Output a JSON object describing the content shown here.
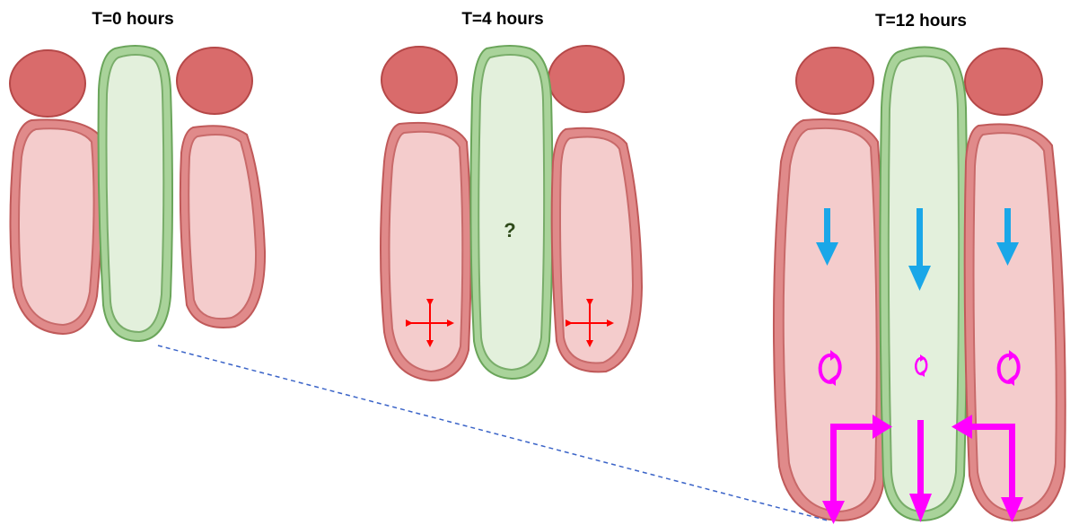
{
  "panels": [
    {
      "title": "T=0 hours"
    },
    {
      "title": "T=4 hours",
      "center_mark": "?"
    },
    {
      "title": "T=12 hours"
    }
  ],
  "colors": {
    "red_cell": "#f4cccc",
    "green_cell": "#e3f0dc",
    "nucleus": "#d96b6b",
    "blue_arrow": "#1aa7e8",
    "magenta_arrow": "#ff00ff",
    "red_cross_arrow": "#ff0000",
    "dashed_line": "#3b64c8"
  },
  "icons": {
    "down_arrow": "blue-down-arrow-icon",
    "rotation": "magenta-rotation-icon",
    "cross": "red-four-way-arrow-icon",
    "bent_arrow": "magenta-bent-arrow-icon"
  }
}
